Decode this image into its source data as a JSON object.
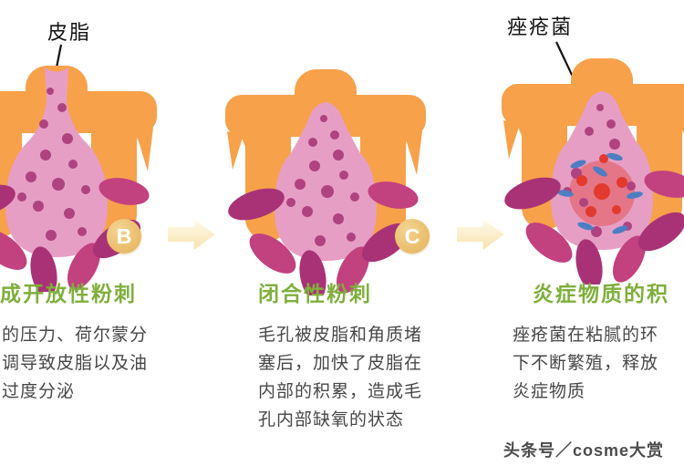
{
  "page": {
    "watermark": "头条号／cosme大赏"
  },
  "colors": {
    "skin_orange": "#F7A14B",
    "pore_pink": "#E79EC5",
    "sebum_dot": "#AE4380",
    "gland_magenta_dark": "#A93277",
    "gland_magenta_light": "#C2417F",
    "inflammation_red": "#E23A2E",
    "bacteria_blue": "#4D7EC3",
    "badge_gold": "#E4B258",
    "flow_arrow_cream": "#F6E3AE",
    "heading_green": "#7FAF3C",
    "body_text": "#474747"
  },
  "annotations": {
    "sebum_label": "皮脂",
    "bacteria_label": "痤疮菌"
  },
  "stages": [
    {
      "badge": "B",
      "heading": "成开放性粉刺",
      "body_lines": [
        "的压力、荷尔蒙分",
        "调导致皮脂以及油",
        "过度分泌"
      ]
    },
    {
      "badge": "C",
      "heading": "闭合性粉刺",
      "body_lines": [
        "毛孔被皮脂和角质堵",
        "塞后，加快了皮脂在",
        "内部的积累，造成毛",
        "孔内部缺氧的状态"
      ]
    },
    {
      "heading": "炎症物质的积",
      "body_lines": [
        "痤疮菌在粘腻的环",
        "下不断繁殖，释放",
        "炎症物质"
      ]
    }
  ]
}
